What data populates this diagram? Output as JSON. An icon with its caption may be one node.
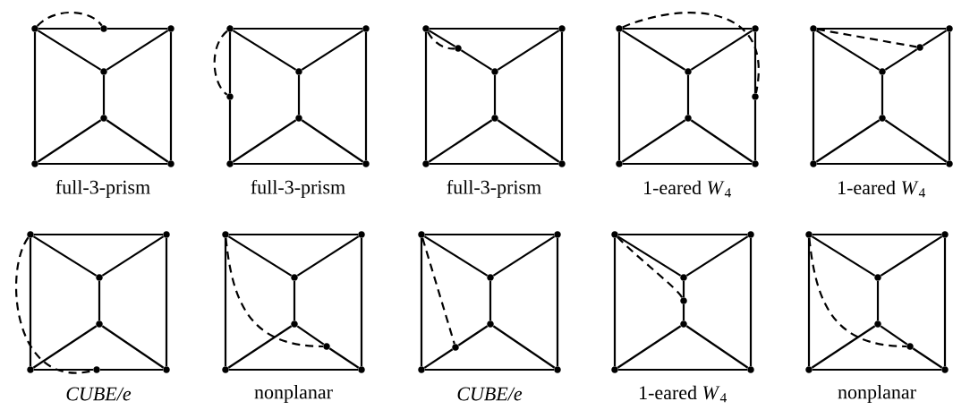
{
  "diagram": {
    "nodes": [
      {
        "text": [],
        "shape": "circle"
      },
      {
        "text": [],
        "shape": "circle"
      },
      {
        "text": [],
        "shape": "circle"
      },
      {
        "text": [],
        "shape": "circle"
      },
      {
        "text": [],
        "shape": "circle"
      },
      {
        "text": [],
        "shape": "circle"
      },
      {
        "text": [],
        "shape": "circle"
      },
      {
        "text": [],
        "shape": "circle"
      },
      {
        "text": [],
        "shape": "circle"
      },
      {
        "text": [],
        "shape": "circle"
      },
      {
        "text": [],
        "shape": "circle"
      },
      {
        "text": [],
        "shape": "circle"
      },
      {
        "text": [],
        "shape": "circle"
      },
      {
        "text": [],
        "shape": "circle"
      },
      {
        "text": [],
        "shape": "circle"
      },
      {
        "text": [],
        "shape": "circle"
      },
      {
        "text": [],
        "shape": "circle"
      },
      {
        "text": [],
        "shape": "circle"
      },
      {
        "text": [],
        "shape": "circle"
      },
      {
        "text": [],
        "shape": "circle"
      },
      {
        "text": [],
        "shape": "circle"
      },
      {
        "text": [],
        "shape": "circle"
      },
      {
        "text": [],
        "shape": "circle"
      },
      {
        "text": [],
        "shape": "circle"
      },
      {
        "text": [],
        "shape": "circle"
      },
      {
        "text": [],
        "shape": "circle"
      },
      {
        "text": [],
        "shape": "circle"
      },
      {
        "text": [],
        "shape": "circle"
      },
      {
        "text": [],
        "shape": "circle"
      },
      {
        "text": [],
        "shape": "circle"
      },
      {
        "text": [],
        "shape": "circle"
      },
      {
        "text": [],
        "shape": "circle"
      },
      {
        "text": [],
        "shape": "circle"
      },
      {
        "text": [],
        "shape": "circle"
      },
      {
        "text": [],
        "shape": "circle"
      },
      {
        "text": [],
        "shape": "circle"
      },
      {
        "text": [],
        "shape": "circle"
      },
      {
        "text": [],
        "shape": "circle"
      },
      {
        "text": [],
        "shape": "circle"
      },
      {
        "text": [],
        "shape": "circle"
      },
      {
        "text": [],
        "shape": "circle"
      },
      {
        "text": [],
        "shape": "circle"
      },
      {
        "text": [],
        "shape": "circle"
      },
      {
        "text": [],
        "shape": "circle"
      },
      {
        "text": [],
        "shape": "circle"
      },
      {
        "text": [],
        "shape": "circle"
      },
      {
        "text": [],
        "shape": "circle"
      },
      {
        "text": [],
        "shape": "circle"
      },
      {
        "text": [],
        "shape": "circle"
      },
      {
        "text": [],
        "shape": "circle"
      },
      {
        "text": [],
        "shape": "circle"
      },
      {
        "text": [],
        "shape": "circle"
      },
      {
        "text": [],
        "shape": "circle"
      },
      {
        "text": [],
        "shape": "circle"
      },
      {
        "text": [],
        "shape": "circle"
      },
      {
        "text": [],
        "shape": "circle"
      },
      {
        "text": [],
        "shape": "circle"
      },
      {
        "text": [],
        "shape": "circle"
      },
      {
        "text": [],
        "shape": "circle"
      },
      {
        "text": [],
        "shape": "circle"
      },
      {
        "text": [],
        "shape": "circle"
      },
      {
        "text": [],
        "shape": "circle"
      },
      {
        "text": [],
        "shape": "circle"
      },
      {
        "text": [],
        "shape": "circle"
      },
      {
        "text": [],
        "shape": "circle"
      },
      {
        "text": [],
        "shape": "circle"
      },
      {
        "text": [],
        "shape": "circle"
      },
      {
        "text": [],
        "shape": "circle"
      },
      {
        "text": [],
        "shape": "circle"
      },
      {
        "text": [],
        "shape": "circle"
      }
    ],
    "edges": [
      {
        "from": 0,
        "to": 6,
        "arrow": "none"
      },
      {
        "from": 6,
        "to": 1,
        "arrow": "none"
      },
      {
        "from": 0,
        "to": 2,
        "arrow": "none"
      },
      {
        "from": 1,
        "to": 2,
        "arrow": "none"
      },
      {
        "from": 0,
        "to": 4,
        "arrow": "none"
      },
      {
        "from": 1,
        "to": 5,
        "arrow": "none"
      },
      {
        "from": 2,
        "to": 3,
        "arrow": "none"
      },
      {
        "from": 4,
        "to": 3,
        "arrow": "none"
      },
      {
        "from": 5,
        "to": 3,
        "arrow": "none"
      },
      {
        "from": 4,
        "to": 5,
        "arrow": "none"
      },
      {
        "from": 0,
        "to": 6,
        "arrow": "none",
        "style": "dashed"
      },
      {
        "from": 7,
        "to": 8,
        "arrow": "none"
      },
      {
        "from": 7,
        "to": 9,
        "arrow": "none"
      },
      {
        "from": 8,
        "to": 9,
        "arrow": "none"
      },
      {
        "from": 7,
        "to": 13,
        "arrow": "none"
      },
      {
        "from": 13,
        "to": 11,
        "arrow": "none"
      },
      {
        "from": 8,
        "to": 12,
        "arrow": "none"
      },
      {
        "from": 9,
        "to": 10,
        "arrow": "none"
      },
      {
        "from": 11,
        "to": 10,
        "arrow": "none"
      },
      {
        "from": 12,
        "to": 10,
        "arrow": "none"
      },
      {
        "from": 11,
        "to": 12,
        "arrow": "none"
      },
      {
        "from": 7,
        "to": 13,
        "arrow": "none",
        "style": "dashed"
      },
      {
        "from": 14,
        "to": 15,
        "arrow": "none"
      },
      {
        "from": 14,
        "to": 20,
        "arrow": "none"
      },
      {
        "from": 20,
        "to": 16,
        "arrow": "none"
      },
      {
        "from": 15,
        "to": 16,
        "arrow": "none"
      },
      {
        "from": 14,
        "to": 18,
        "arrow": "none"
      },
      {
        "from": 15,
        "to": 19,
        "arrow": "none"
      },
      {
        "from": 16,
        "to": 17,
        "arrow": "none"
      },
      {
        "from": 18,
        "to": 17,
        "arrow": "none"
      },
      {
        "from": 19,
        "to": 17,
        "arrow": "none"
      },
      {
        "from": 18,
        "to": 19,
        "arrow": "none"
      },
      {
        "from": 14,
        "to": 20,
        "arrow": "none",
        "style": "dashed"
      },
      {
        "from": 21,
        "to": 22,
        "arrow": "none"
      },
      {
        "from": 21,
        "to": 23,
        "arrow": "none"
      },
      {
        "from": 22,
        "to": 23,
        "arrow": "none"
      },
      {
        "from": 21,
        "to": 25,
        "arrow": "none"
      },
      {
        "from": 22,
        "to": 27,
        "arrow": "none"
      },
      {
        "from": 27,
        "to": 26,
        "arrow": "none"
      },
      {
        "from": 23,
        "to": 24,
        "arrow": "none"
      },
      {
        "from": 25,
        "to": 24,
        "arrow": "none"
      },
      {
        "from": 26,
        "to": 24,
        "arrow": "none"
      },
      {
        "from": 25,
        "to": 26,
        "arrow": "none"
      },
      {
        "from": 21,
        "to": 27,
        "arrow": "none",
        "style": "dashed"
      },
      {
        "from": 28,
        "to": 29,
        "arrow": "none"
      },
      {
        "from": 28,
        "to": 30,
        "arrow": "none"
      },
      {
        "from": 29,
        "to": 34,
        "arrow": "none"
      },
      {
        "from": 34,
        "to": 30,
        "arrow": "none"
      },
      {
        "from": 28,
        "to": 32,
        "arrow": "none"
      },
      {
        "from": 29,
        "to": 33,
        "arrow": "none"
      },
      {
        "from": 30,
        "to": 31,
        "arrow": "none"
      },
      {
        "from": 32,
        "to": 31,
        "arrow": "none"
      },
      {
        "from": 33,
        "to": 31,
        "arrow": "none"
      },
      {
        "from": 32,
        "to": 33,
        "arrow": "none"
      },
      {
        "from": 28,
        "to": 34,
        "arrow": "none",
        "style": "dashed"
      },
      {
        "from": 35,
        "to": 36,
        "arrow": "none"
      },
      {
        "from": 35,
        "to": 37,
        "arrow": "none"
      },
      {
        "from": 36,
        "to": 37,
        "arrow": "none"
      },
      {
        "from": 35,
        "to": 39,
        "arrow": "none"
      },
      {
        "from": 36,
        "to": 40,
        "arrow": "none"
      },
      {
        "from": 37,
        "to": 38,
        "arrow": "none"
      },
      {
        "from": 39,
        "to": 38,
        "arrow": "none"
      },
      {
        "from": 40,
        "to": 38,
        "arrow": "none"
      },
      {
        "from": 39,
        "to": 41,
        "arrow": "none"
      },
      {
        "from": 41,
        "to": 40,
        "arrow": "none"
      },
      {
        "from": 35,
        "to": 41,
        "arrow": "none",
        "style": "dashed"
      },
      {
        "from": 42,
        "to": 43,
        "arrow": "none"
      },
      {
        "from": 42,
        "to": 44,
        "arrow": "none"
      },
      {
        "from": 43,
        "to": 44,
        "arrow": "none"
      },
      {
        "from": 42,
        "to": 46,
        "arrow": "none"
      },
      {
        "from": 43,
        "to": 47,
        "arrow": "none"
      },
      {
        "from": 44,
        "to": 45,
        "arrow": "none"
      },
      {
        "from": 46,
        "to": 45,
        "arrow": "none"
      },
      {
        "from": 47,
        "to": 48,
        "arrow": "none"
      },
      {
        "from": 48,
        "to": 45,
        "arrow": "none"
      },
      {
        "from": 46,
        "to": 47,
        "arrow": "none"
      },
      {
        "from": 42,
        "to": 48,
        "arrow": "none",
        "style": "dashed"
      },
      {
        "from": 49,
        "to": 50,
        "arrow": "none"
      },
      {
        "from": 49,
        "to": 51,
        "arrow": "none"
      },
      {
        "from": 50,
        "to": 51,
        "arrow": "none"
      },
      {
        "from": 49,
        "to": 53,
        "arrow": "none"
      },
      {
        "from": 50,
        "to": 54,
        "arrow": "none"
      },
      {
        "from": 51,
        "to": 52,
        "arrow": "none"
      },
      {
        "from": 53,
        "to": 55,
        "arrow": "none"
      },
      {
        "from": 55,
        "to": 52,
        "arrow": "none"
      },
      {
        "from": 54,
        "to": 52,
        "arrow": "none"
      },
      {
        "from": 53,
        "to": 54,
        "arrow": "none"
      },
      {
        "from": 49,
        "to": 55,
        "arrow": "none",
        "style": "dashed"
      },
      {
        "from": 56,
        "to": 57,
        "arrow": "none"
      },
      {
        "from": 56,
        "to": 58,
        "arrow": "none"
      },
      {
        "from": 57,
        "to": 58,
        "arrow": "none"
      },
      {
        "from": 56,
        "to": 60,
        "arrow": "none"
      },
      {
        "from": 57,
        "to": 61,
        "arrow": "none"
      },
      {
        "from": 58,
        "to": 62,
        "arrow": "none"
      },
      {
        "from": 62,
        "to": 59,
        "arrow": "none"
      },
      {
        "from": 60,
        "to": 59,
        "arrow": "none"
      },
      {
        "from": 61,
        "to": 59,
        "arrow": "none"
      },
      {
        "from": 60,
        "to": 61,
        "arrow": "none"
      },
      {
        "from": 56,
        "to": 62,
        "arrow": "none",
        "style": "dashed"
      },
      {
        "from": 63,
        "to": 64,
        "arrow": "none"
      },
      {
        "from": 63,
        "to": 65,
        "arrow": "none"
      },
      {
        "from": 64,
        "to": 65,
        "arrow": "none"
      },
      {
        "from": 63,
        "to": 67,
        "arrow": "none"
      },
      {
        "from": 64,
        "to": 68,
        "arrow": "none"
      },
      {
        "from": 65,
        "to": 66,
        "arrow": "none"
      },
      {
        "from": 67,
        "to": 66,
        "arrow": "none"
      },
      {
        "from": 68,
        "to": 69,
        "arrow": "none"
      },
      {
        "from": 69,
        "to": 66,
        "arrow": "none"
      },
      {
        "from": 67,
        "to": 68,
        "arrow": "none"
      },
      {
        "from": 63,
        "to": 69,
        "arrow": "none",
        "style": "dashed"
      }
    ],
    "labels": [
      "full-3-prism",
      "full-3-prism",
      "full-3-prism",
      "1-eared *W*$_{4}$",
      "1-eared *W*$_{4}$",
      "CUBE/e",
      "nonplanar",
      "CUBE/e",
      "1-eared *W*$_{4}$",
      "nonplanar"
    ]
  }
}
